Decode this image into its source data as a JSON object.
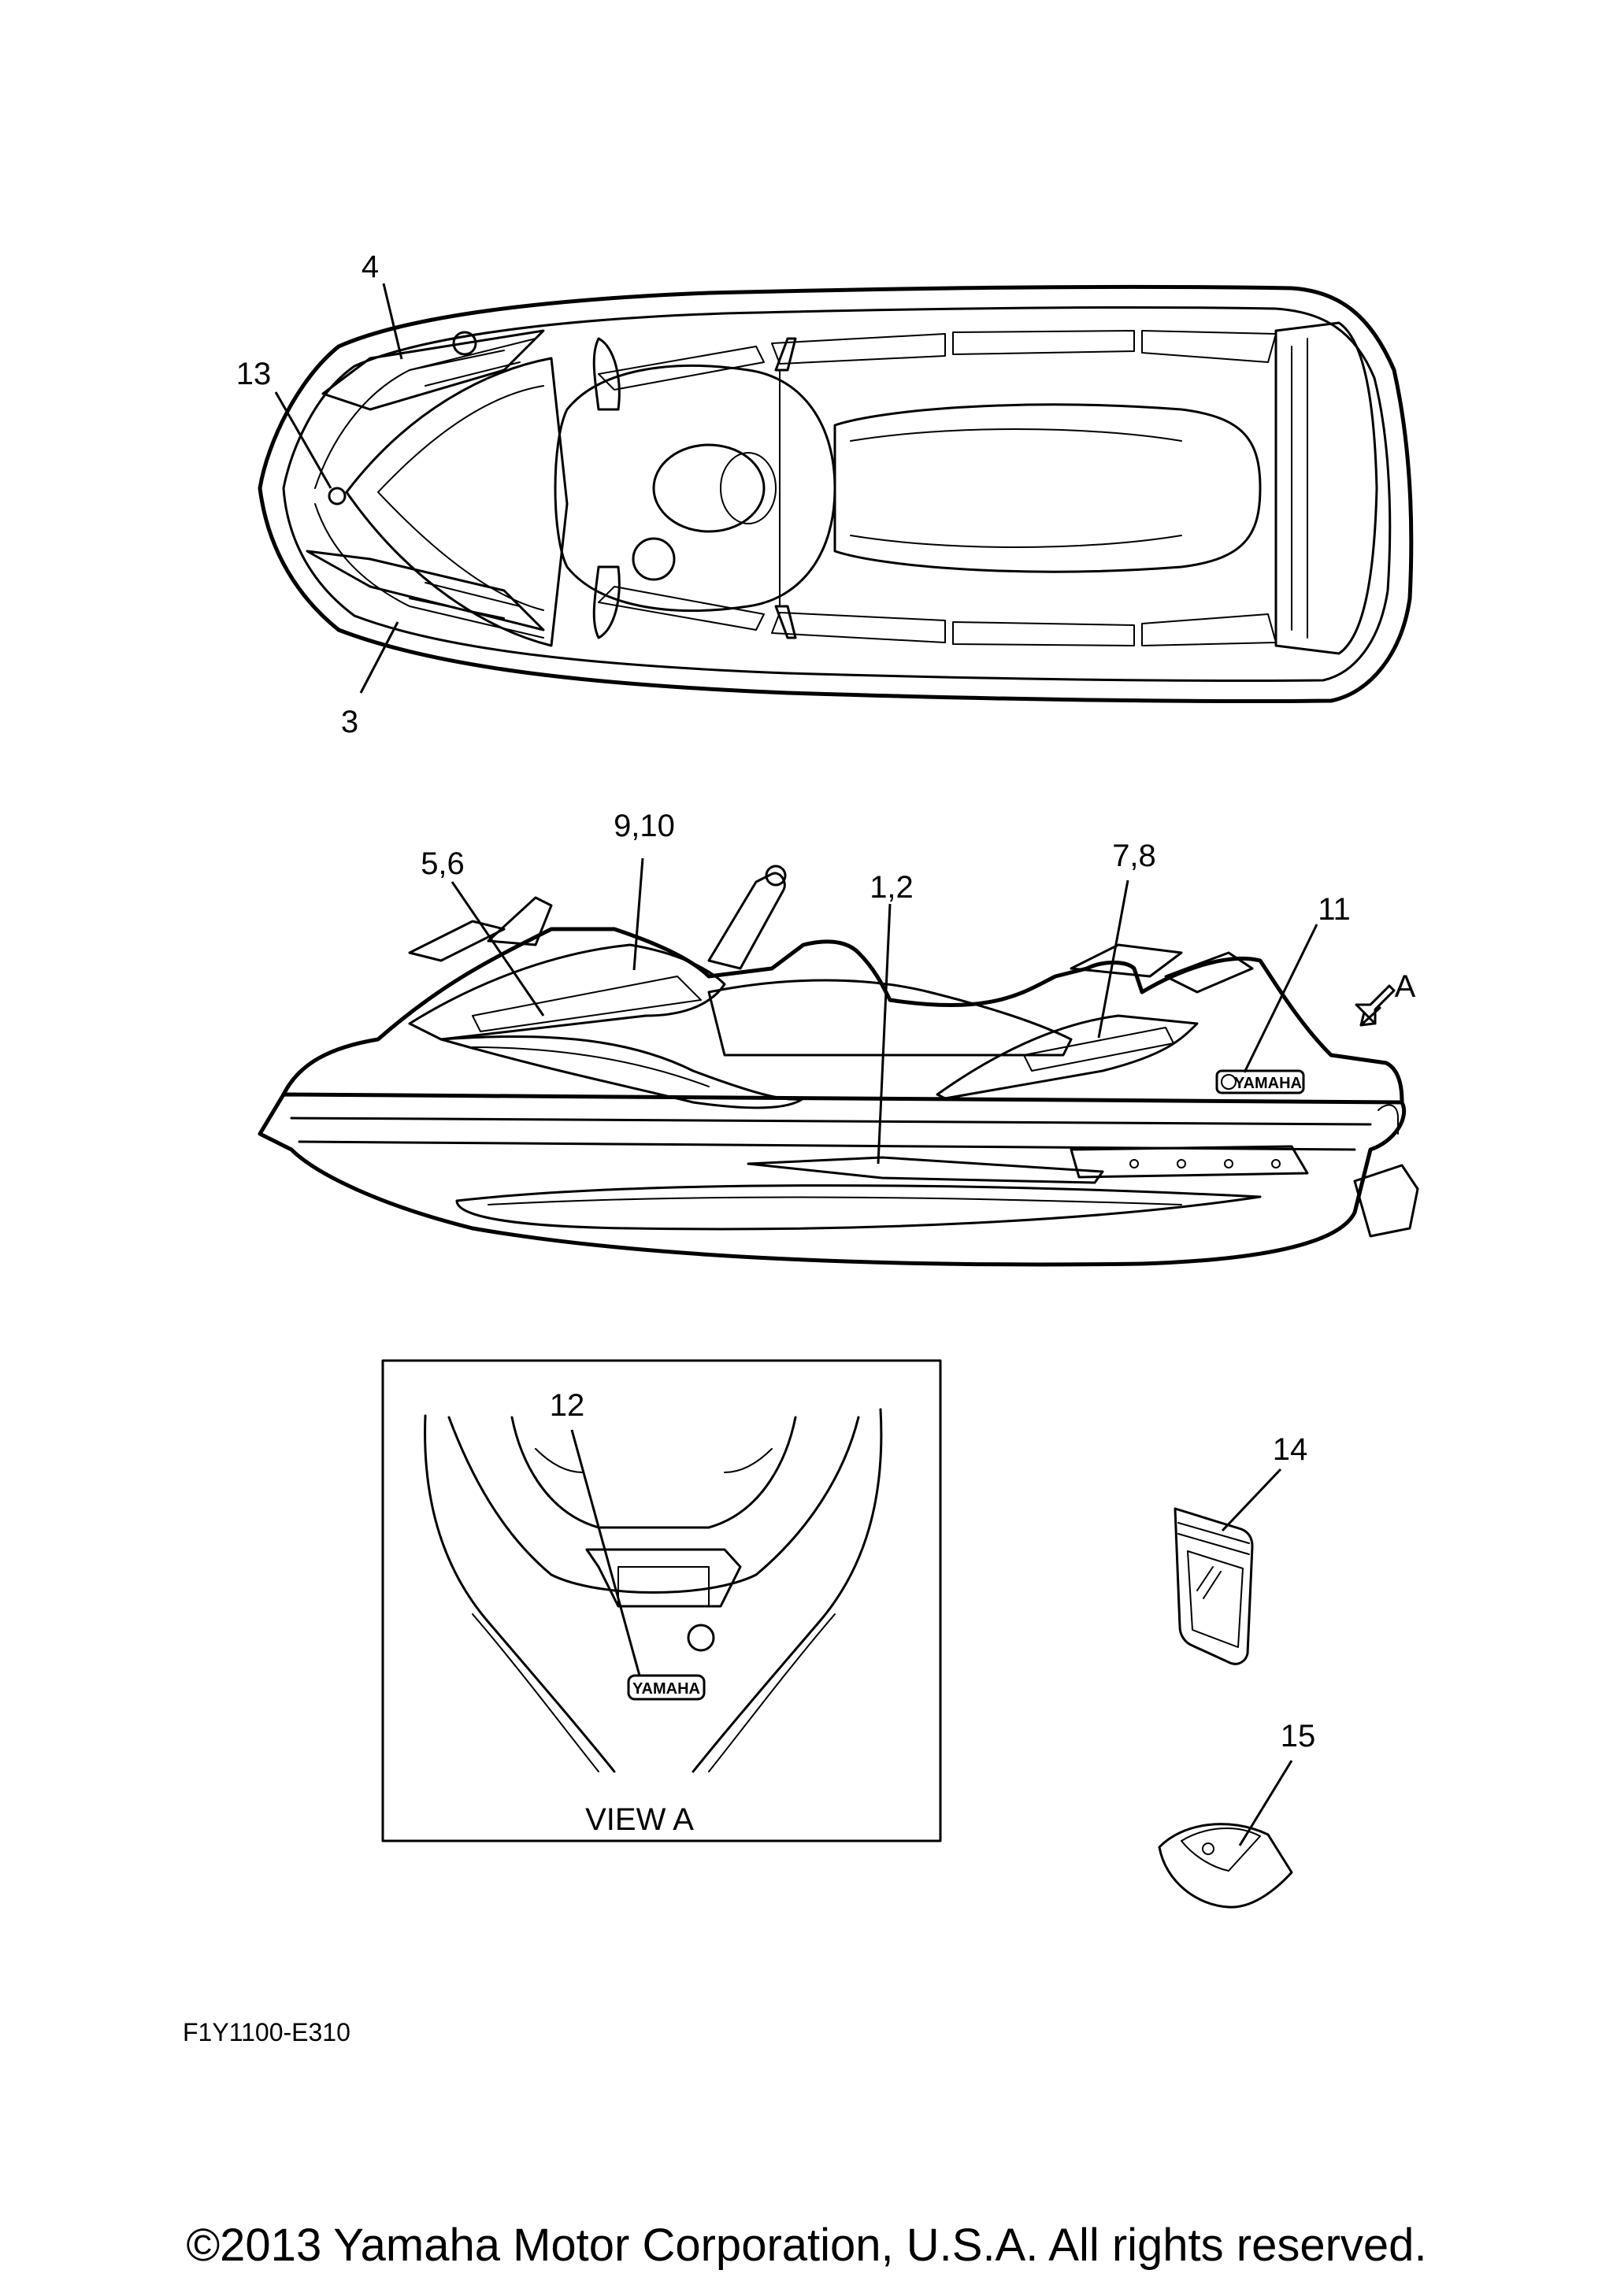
{
  "top_view": {
    "callouts": {
      "c4": "4",
      "c13": "13",
      "c3": "3"
    }
  },
  "side_view": {
    "callouts": {
      "c9_10": "9,10",
      "c5_6": "5,6",
      "c1_2": "1,2",
      "c7_8": "7,8",
      "c11": "11",
      "cA": "A"
    },
    "logo_text": "YAMAHA"
  },
  "view_a": {
    "callouts": {
      "c12": "12"
    },
    "label": "VIEW A",
    "logo_text": "YAMAHA"
  },
  "parts": {
    "callouts": {
      "c14": "14",
      "c15": "15"
    }
  },
  "diagram_code": "F1Y1100-E310",
  "copyright": "©2013 Yamaha Motor Corporation, U.S.A. All rights reserved."
}
